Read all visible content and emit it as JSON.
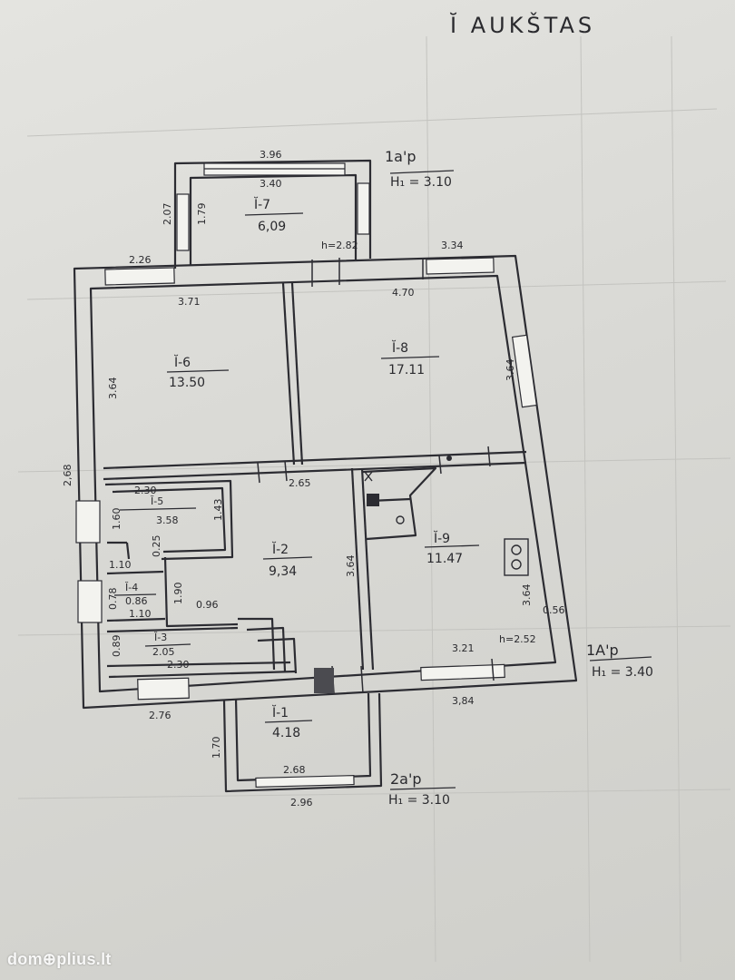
{
  "sheet": {
    "floor_title": "Ĭ AUKŠTAS",
    "watermark": "dom⊕plius.lt"
  },
  "height_notes": {
    "top": {
      "code": "1a'p",
      "height": "H₁ = 3.10"
    },
    "right": {
      "code": "1A'p",
      "height": "H₁ = 3.40"
    },
    "bottom": {
      "code": "2a'p",
      "height": "H₁ = 3.10"
    }
  },
  "rooms": [
    {
      "id": "I-7",
      "label": "Ĭ-7",
      "area": "6,09"
    },
    {
      "id": "I-6",
      "label": "Ĭ-6",
      "area": "13.50"
    },
    {
      "id": "I-8",
      "label": "Ĭ-8",
      "area": "17.11"
    },
    {
      "id": "I-5",
      "label": "Ĭ-5",
      "area": "3.58"
    },
    {
      "id": "I-2",
      "label": "Ĭ-2",
      "area": "9,34"
    },
    {
      "id": "I-9",
      "label": "Ĭ-9",
      "area": "11.47"
    },
    {
      "id": "I-4",
      "label": "Ĭ-4",
      "area": "0.86"
    },
    {
      "id": "I-3",
      "label": "Ĭ-3",
      "area": "2.05"
    },
    {
      "id": "II-1",
      "label": "Ĭ-1",
      "area": "4.18"
    }
  ],
  "dimensions": {
    "d396": "3.96",
    "d340": "3.40",
    "d207": "2.07",
    "d179": "1.79",
    "d226": "2.26",
    "dh282": "h=2.82",
    "d334": "3.34",
    "d371": "3.71",
    "d470": "4.70",
    "d364a": "3.64",
    "d364b": "3.64",
    "d268": "2,68",
    "d265": "2.65",
    "d230": "2.30",
    "d143": "1.43",
    "d160": "1.60",
    "d025": "0.25",
    "d110a": "1.10",
    "d364c": "3.64",
    "d078": "0.78",
    "d110b": "1.10",
    "d190": "1.90",
    "d096": "0.96",
    "d364d": "3.64",
    "d056": "0.56",
    "d321": "3.21",
    "dh252": "h=2.52",
    "d089": "0.89",
    "d230b": "2.30",
    "d276": "2.76",
    "d384": "3,84",
    "d170": "1.70",
    "d268b": "2.68",
    "d296": "2.96"
  }
}
